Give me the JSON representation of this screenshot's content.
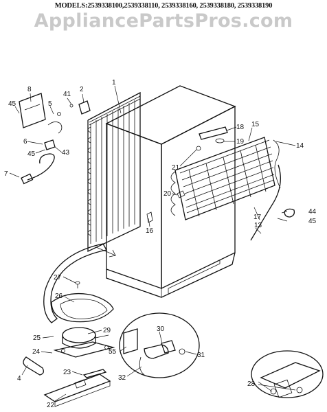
{
  "header": {
    "models": "MODELS:2539338100,2539338110, 2539338160, 2539338180, 2539338190",
    "watermark": "AppliancePartsPros.com"
  },
  "callouts": [
    {
      "id": "p1",
      "label": "1"
    },
    {
      "id": "p2",
      "label": "2"
    },
    {
      "id": "p4",
      "label": "4"
    },
    {
      "id": "p5",
      "label": "5"
    },
    {
      "id": "p6",
      "label": "6"
    },
    {
      "id": "p7",
      "label": "7"
    },
    {
      "id": "p8",
      "label": "8"
    },
    {
      "id": "p13",
      "label": "13"
    },
    {
      "id": "p14",
      "label": "14"
    },
    {
      "id": "p15",
      "label": "15"
    },
    {
      "id": "p16",
      "label": "16"
    },
    {
      "id": "p17",
      "label": "17"
    },
    {
      "id": "p18",
      "label": "18"
    },
    {
      "id": "p19",
      "label": "19"
    },
    {
      "id": "p20",
      "label": "20"
    },
    {
      "id": "p21",
      "label": "21"
    },
    {
      "id": "p22",
      "label": "22"
    },
    {
      "id": "p23",
      "label": "23"
    },
    {
      "id": "p24",
      "label": "24"
    },
    {
      "id": "p25",
      "label": "25"
    },
    {
      "id": "p26",
      "label": "26"
    },
    {
      "id": "p27",
      "label": "27"
    },
    {
      "id": "p28",
      "label": "28"
    },
    {
      "id": "p29",
      "label": "29"
    },
    {
      "id": "p30",
      "label": "30"
    },
    {
      "id": "p31",
      "label": "31"
    },
    {
      "id": "p32",
      "label": "32"
    },
    {
      "id": "p41",
      "label": "41"
    },
    {
      "id": "p43",
      "label": "43"
    },
    {
      "id": "p44",
      "label": "44"
    },
    {
      "id": "p45a",
      "label": "45"
    },
    {
      "id": "p45b",
      "label": "45"
    },
    {
      "id": "p45c",
      "label": "45"
    },
    {
      "id": "p55",
      "label": "55"
    }
  ]
}
